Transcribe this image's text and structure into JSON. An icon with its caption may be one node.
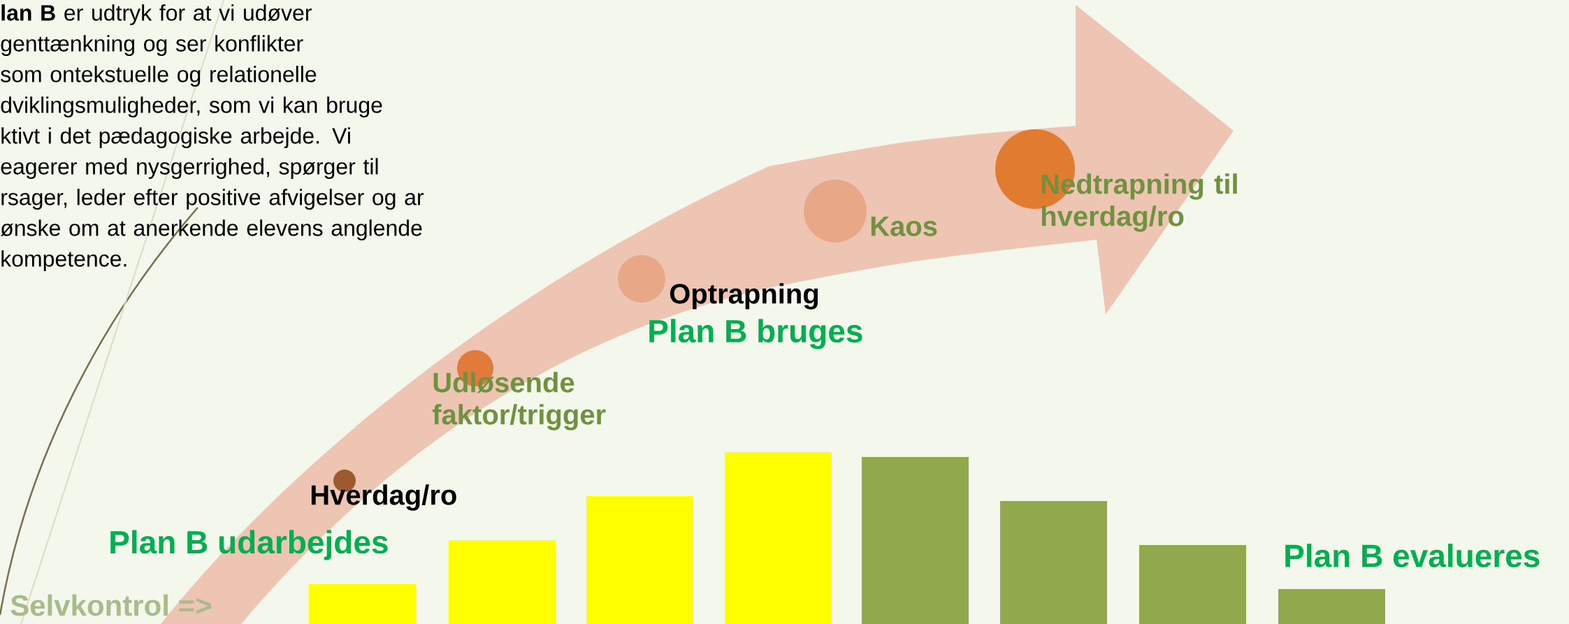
{
  "diagram": {
    "nodes": [
      {
        "text": [],
        "shape": "circle",
        "beside": [
          "Hverdag/ro"
        ]
      },
      {
        "text": [],
        "shape": "circle",
        "beside": [
          "Udløsende faktor/trigger"
        ]
      },
      {
        "text": [],
        "shape": "circle",
        "beside": [
          "Optrapning"
        ]
      },
      {
        "text": [],
        "shape": "circle",
        "beside": [
          "Kaos"
        ]
      },
      {
        "text": [],
        "shape": "circle",
        "beside": [
          "Nedtrapning til hverdag/ro"
        ]
      }
    ],
    "labels": [
      "**lan B** er udtryk for at vi udøver genttænkning og ser konflikter som ontekstuelle og relationelle dviklingsmuligheder, som vi kan bruge ktivt i det pædagogiske arbejde. Vi eagerer med nysgerrighed, spørger til rsager, leder efter positive afvigelser og ar ønske om at anerkende elevens anglende kompetence.",
      "Plan B bruges",
      "Plan B udarbejdes",
      "Plan B evalueres",
      "Selvkontrol =>"
    ]
  }
}
